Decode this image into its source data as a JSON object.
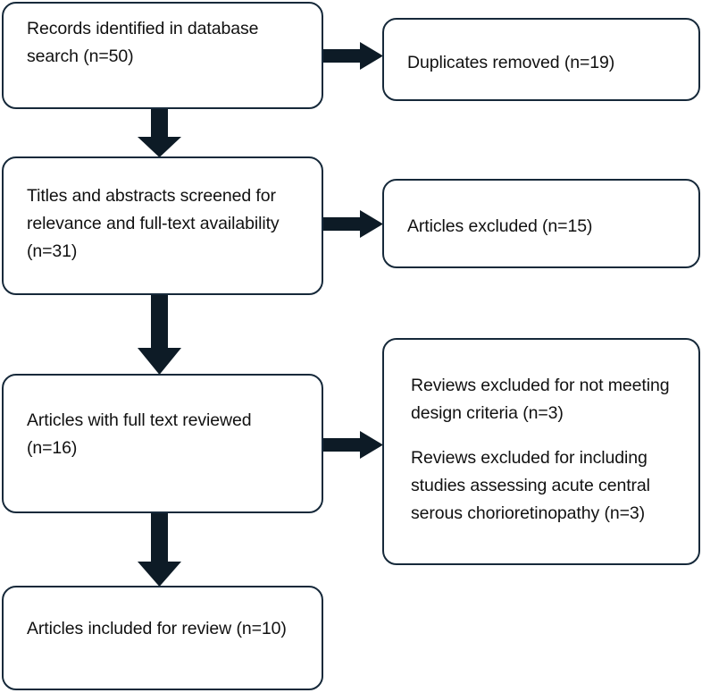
{
  "diagram": {
    "title": "PRISMA study selection flow diagram",
    "stroke_color": "#16293a",
    "arrow_color": "#0d1b26",
    "box_fill": "#ffffff",
    "text_color": "#111111"
  },
  "boxes": {
    "identification": {
      "name": "records-identified",
      "text": "Records identified in database\nsearch (n=50)",
      "count": 50
    },
    "duplicates": {
      "name": "duplicates-removed",
      "text": "Duplicates removed (n=19)",
      "count": 19
    },
    "screening": {
      "name": "titles-abstracts-screened",
      "text": "Titles and abstracts screened for\nrelevance and full-text availability\n(n=31)",
      "count": 31
    },
    "articles_excluded": {
      "name": "articles-excluded",
      "text": "Articles excluded (n=15)",
      "count": 15
    },
    "fulltext": {
      "name": "articles-full-text-reviewed",
      "text": "Articles with full text reviewed\n(n=16)",
      "count": 16
    },
    "reviews_excluded": {
      "name": "reviews-excluded",
      "paragraph_1": "Reviews excluded for not meeting design criteria (n=3)",
      "paragraph_2": "Reviews excluded for including studies assessing acute central serous chorioretinopathy (n=3)",
      "count_1": 3,
      "count_2": 3
    },
    "included": {
      "name": "articles-included-for-review",
      "text": "Articles included for review (n=10)",
      "count": 10
    }
  },
  "arrows": [
    {
      "name": "arrow-identification-to-duplicates",
      "direction": "right",
      "from": "identification",
      "to": "duplicates"
    },
    {
      "name": "arrow-identification-to-screening",
      "direction": "down",
      "from": "identification",
      "to": "screening"
    },
    {
      "name": "arrow-screening-to-articles-excluded",
      "direction": "right",
      "from": "screening",
      "to": "articles_excluded"
    },
    {
      "name": "arrow-screening-to-fulltext",
      "direction": "down",
      "from": "screening",
      "to": "fulltext"
    },
    {
      "name": "arrow-fulltext-to-reviews-excluded",
      "direction": "right",
      "from": "fulltext",
      "to": "reviews_excluded"
    },
    {
      "name": "arrow-fulltext-to-included",
      "direction": "down",
      "from": "fulltext",
      "to": "included"
    }
  ]
}
